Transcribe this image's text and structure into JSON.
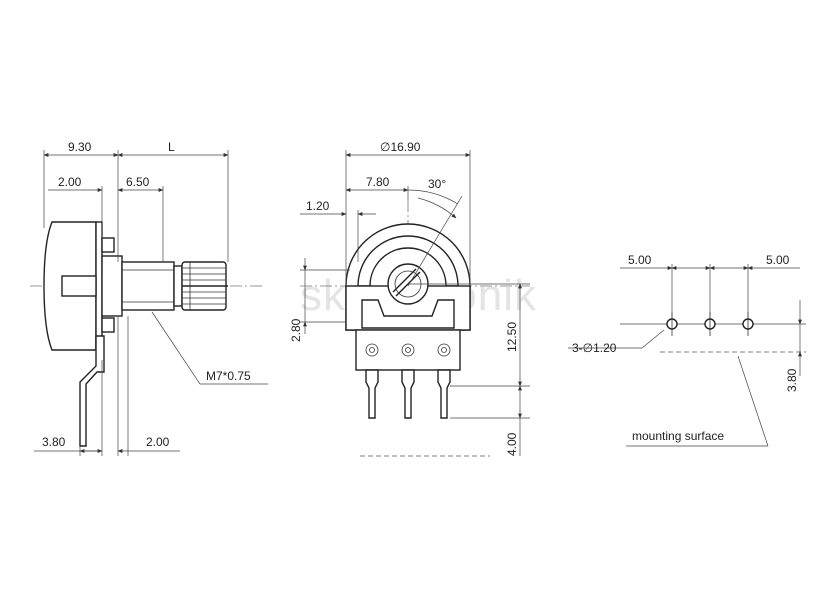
{
  "watermark": "sklep-tronik",
  "side_view": {
    "dim_total": "9.30",
    "dim_shaft": "L",
    "dim_bushing": "2.00",
    "dim_knurl": "6.50",
    "thread": "M7*0.75",
    "dim_pin_offset": "3.80",
    "dim_pin_width": "2.00"
  },
  "front_view": {
    "dim_diameter": "∅16.90",
    "dim_center": "7.80",
    "dim_angle": "30°",
    "dim_flat": "1.20",
    "dim_height_left": "2.80",
    "dim_height_right": "12.50",
    "dim_pin_length": "4.00"
  },
  "pcb_view": {
    "dim_pitch_left": "5.00",
    "dim_pitch_right": "5.00",
    "holes": "3-∅1.20",
    "dim_row_offset": "3.80",
    "mounting_label": "mounting surface"
  }
}
